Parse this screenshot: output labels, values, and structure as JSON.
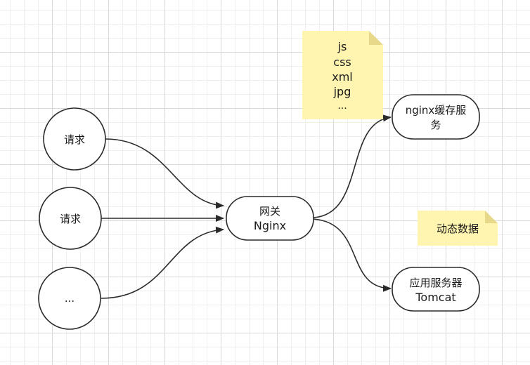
{
  "colors": {
    "stroke": "#2b2b2b",
    "node_fill": "#ffffff",
    "note_fill": "#fff5b1",
    "note_fold": "#e8d98a",
    "text": "#1a1a1a"
  },
  "nodes": {
    "request_1": {
      "label": "请求"
    },
    "request_2": {
      "label": "请求"
    },
    "request_3": {
      "label": "..."
    },
    "gateway": {
      "line1": "网关",
      "line2": "Nginx"
    },
    "nginx_cache": {
      "line1": "nginx缓存服",
      "line2": "务"
    },
    "app_server": {
      "line1": "应用服务器",
      "line2": "Tomcat"
    }
  },
  "notes": {
    "static_resources": {
      "lines": [
        "js",
        "css",
        "xml",
        "jpg",
        "..."
      ]
    },
    "dynamic_data": {
      "label": "动态数据"
    }
  }
}
